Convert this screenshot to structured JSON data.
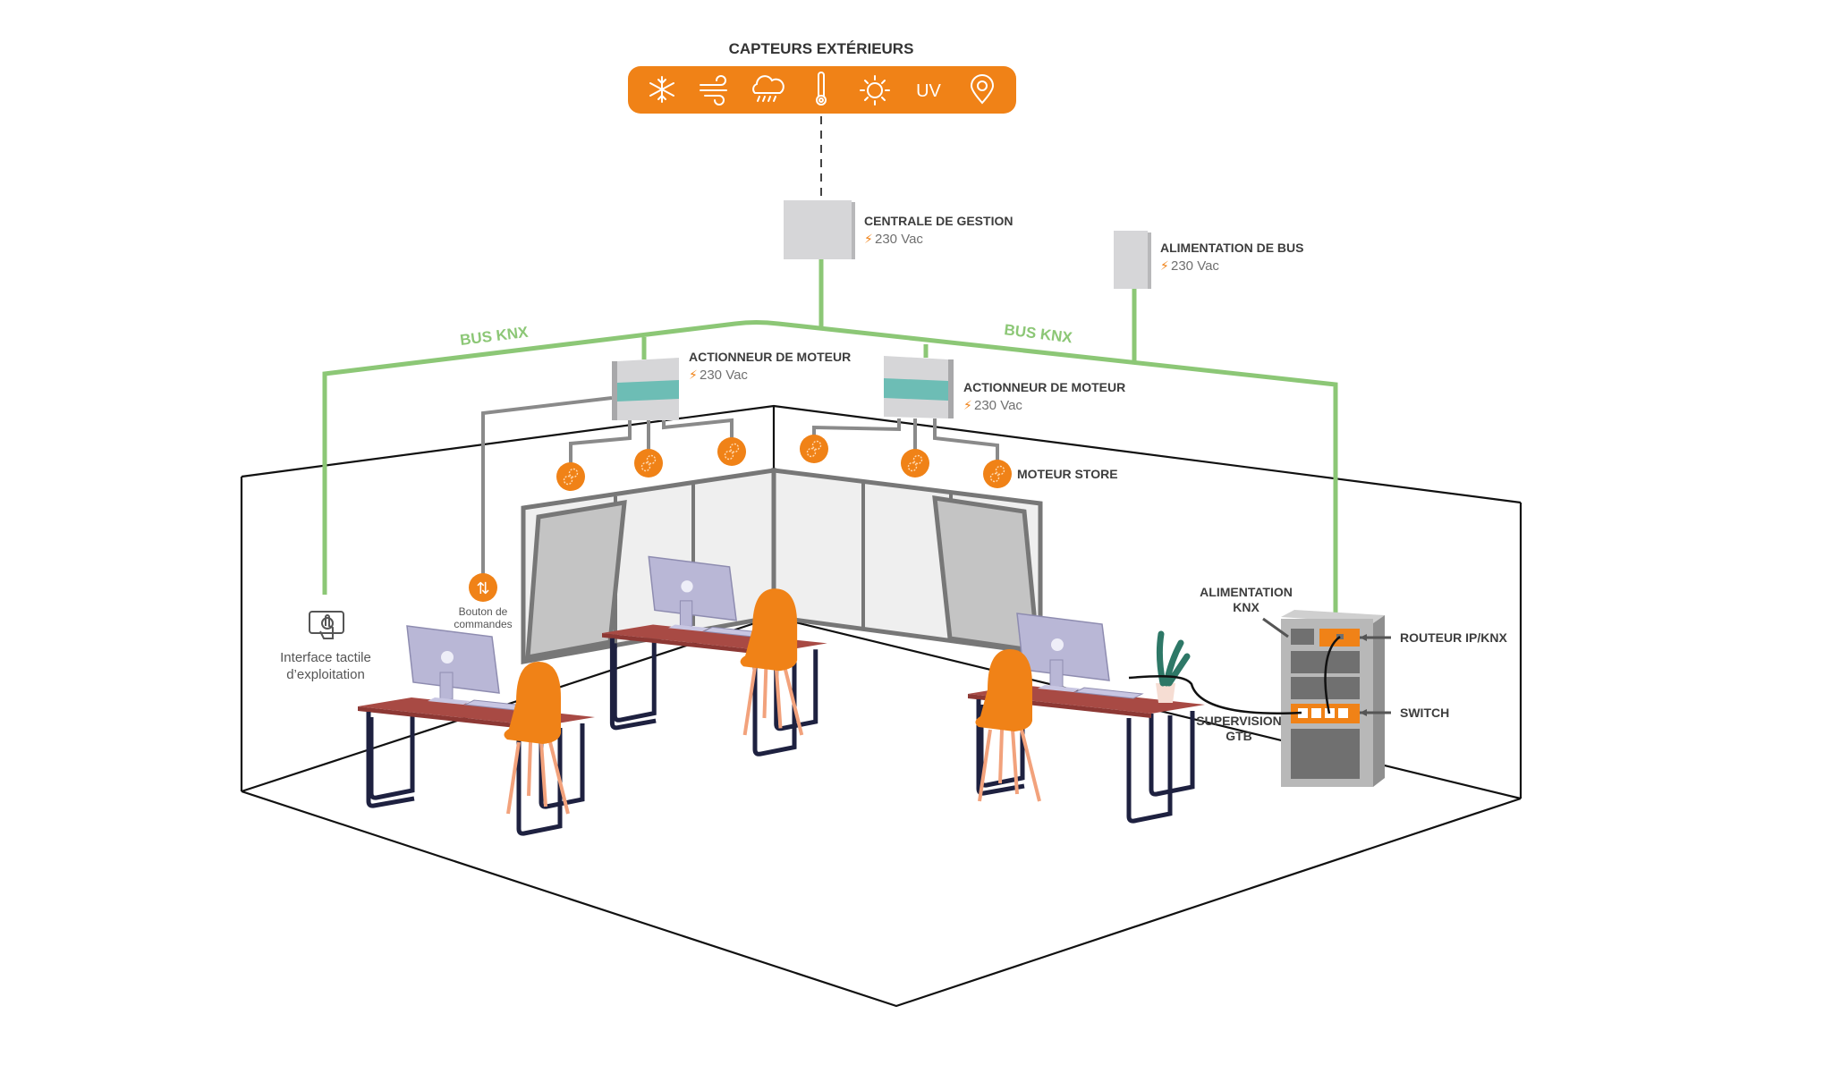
{
  "colors": {
    "orange": "#f08217",
    "bus_green": "#8cc776",
    "wire_gray": "#8a8a8a",
    "device_gray": "#d4d4d8",
    "actuator_band": "#6dbdb5",
    "room_line": "#111111",
    "desk_top": "#a84a44",
    "desk_legs": "#1e2140",
    "monitor": "#b9b7d6",
    "chair": "#f08217",
    "chair_legs": "#f2a27c",
    "rack": "#b5b5b5",
    "rack_slots": "#707070"
  },
  "sensors": {
    "title": "CAPTEURS EXTÉRIEURS",
    "icons": [
      "snowflake-icon",
      "wind-icon",
      "rain-cloud-icon",
      "thermometer-icon",
      "sun-icon",
      "uv-icon",
      "location-pin-icon"
    ],
    "uv_label": "UV"
  },
  "devices": {
    "centrale": {
      "name": "CENTRALE DE GESTION",
      "power": "230 Vac"
    },
    "alim_bus": {
      "name": "ALIMENTATION DE BUS",
      "power": "230 Vac"
    },
    "actuator_1": {
      "name": "ACTIONNEUR DE MOTEUR",
      "power": "230 Vac"
    },
    "actuator_2": {
      "name": "ACTIONNEUR DE MOTEUR",
      "power": "230 Vac"
    }
  },
  "bus": {
    "left_label": "BUS KNX",
    "right_label": "BUS KNX"
  },
  "motors": {
    "label": "MOTEUR STORE",
    "count": 6
  },
  "controls": {
    "button_label_1": "Bouton de",
    "button_label_2": "commandes",
    "touch_label_1": "Interface tactile",
    "touch_label_2": "d’exploitation"
  },
  "rack": {
    "alim_knx_1": "ALIMENTATION",
    "alim_knx_2": "KNX",
    "router": "ROUTEUR IP/KNX",
    "switch": "SWITCH",
    "supervision_1": "SUPERVISION",
    "supervision_2": "GTB"
  }
}
